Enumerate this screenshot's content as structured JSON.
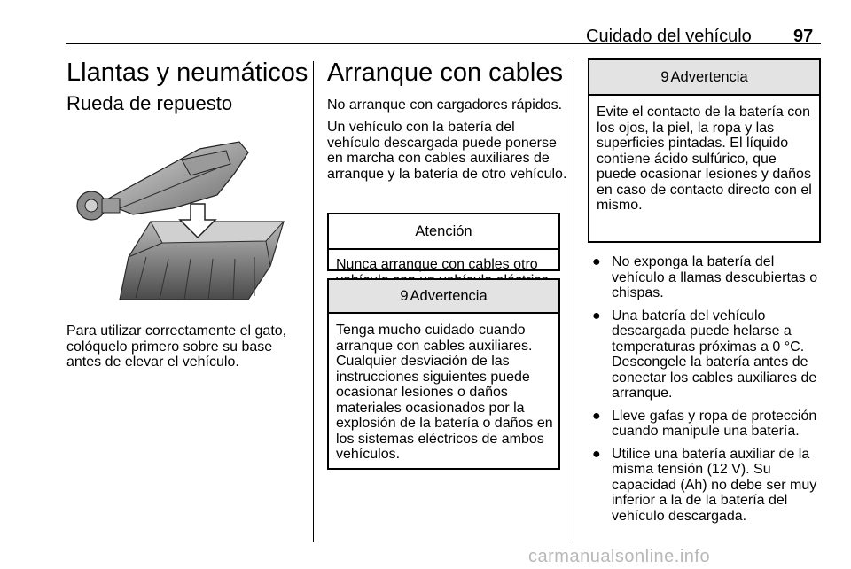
{
  "header": {
    "title": "Cuidado del vehículo",
    "page_number": "97"
  },
  "left": {
    "title": "Llantas y neumáticos",
    "subtitle": "Rueda de repuesto",
    "lines": [
      "Para utilizar correctamente el gato,",
      "colóquelo primero sobre su base",
      "antes de elevar el vehículo."
    ]
  },
  "middle": {
    "title": "Arranque con cables",
    "intro1": "No arranque con cargadores rápidos.",
    "intro2": [
      "Un vehículo con la batería del",
      "vehículo descargada puede ponerse",
      "en marcha con cables auxiliares de",
      "arranque y la batería de otro vehículo."
    ],
    "notice_box": {
      "title": "Atención",
      "lines": [
        "Nunca arranque con cables otro",
        "vehículo con un vehículo eléctrico."
      ]
    },
    "warning_box": {
      "icon": "9",
      "title": "Advertencia",
      "lines": [
        "Tenga mucho cuidado cuando",
        "arranque con cables auxiliares.",
        "Cualquier desviación de las",
        "instrucciones siguientes puede",
        "ocasionar lesiones o daños",
        "materiales ocasionados por la",
        "explosión de la batería o daños en",
        "los sistemas eléctricos de ambos",
        "vehículos."
      ]
    }
  },
  "right": {
    "warning_box": {
      "icon": "9",
      "title": "Advertencia",
      "lines": [
        "Evite el contacto de la batería con",
        "los ojos, la piel, la ropa y las",
        "superficies pintadas. El líquido",
        "contiene ácido sulfúrico, que",
        "puede ocasionar lesiones y daños",
        "en caso de contacto directo con el",
        "mismo."
      ]
    },
    "bullet_symbol": "●",
    "bullets": [
      [
        "No exponga la batería del",
        "vehículo a llamas descubiertas o",
        "chispas."
      ],
      [
        "Una batería del vehículo",
        "descargada puede helarse a",
        "temperaturas próximas a 0 °C.",
        "Descongele la batería antes de",
        "conectar los cables auxiliares de",
        "arranque."
      ],
      [
        "Lleve gafas y ropa de protección",
        "cuando manipule una batería."
      ],
      [
        "Utilice una batería auxiliar de la",
        "misma tensión (12 V). Su",
        "capacidad (Ah) no debe ser muy",
        "inferior a la de la batería del",
        "vehículo descargada."
      ]
    ]
  },
  "watermark": "carmanualsonline.info",
  "illustration": {
    "icon": "car-jack-on-base-icon"
  }
}
